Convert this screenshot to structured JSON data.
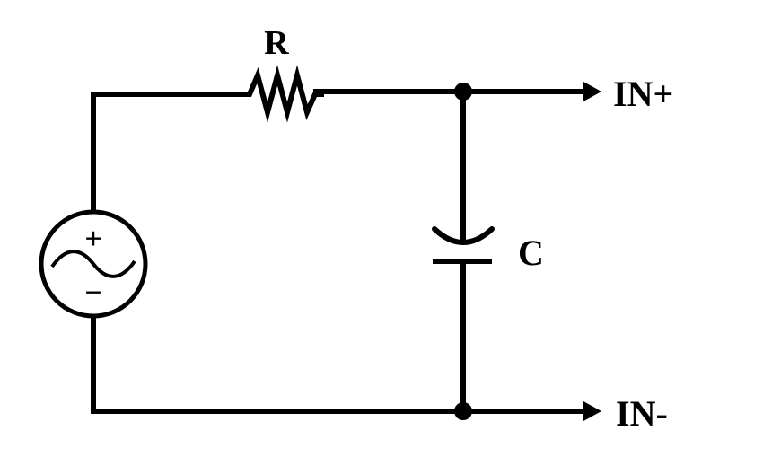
{
  "diagram": {
    "resistor_label": "R",
    "capacitor_label": "C",
    "output_positive_label": "IN+",
    "output_negative_label": "IN-",
    "source_plus_symbol": "+",
    "source_minus_symbol": "−",
    "source_icon": "ac-voltage-source-icon",
    "line_color": "#000000",
    "background_color": "#ffffff"
  }
}
